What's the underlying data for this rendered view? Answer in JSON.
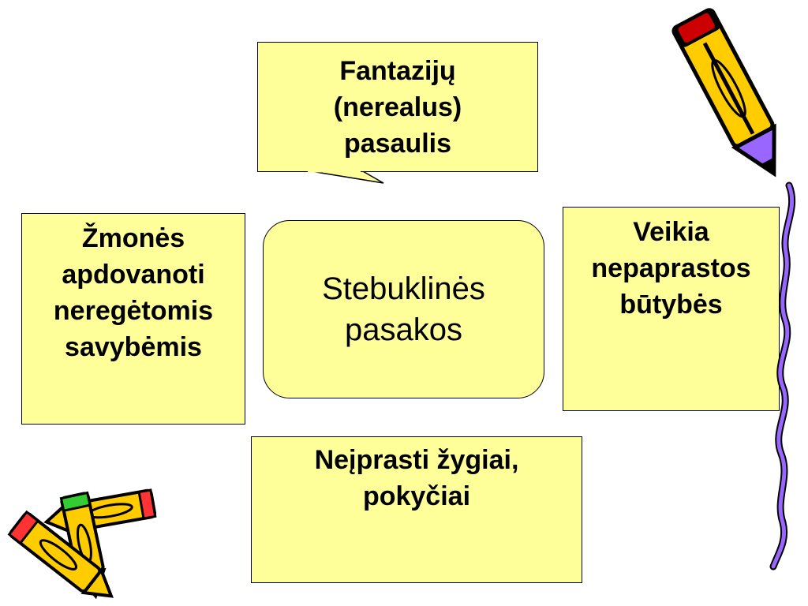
{
  "slide": {
    "center": "Stebuklinės\npasakos",
    "top": "Fantazijų\n(nerealus)\npasaulis",
    "left": "Žmonės\napdovanoti\nneregėtomis\nsavybėmis",
    "right": "Veikia\nnepaprastos\nbūtybės",
    "bottom": "Neįprasti žygiai,\npokyčiai"
  },
  "colors": {
    "box_fill": "#ffff99",
    "pencil_body": "#ffcc00",
    "ribbon": "#9966ff"
  },
  "icons": [
    "pencil-icon",
    "pencil-group-icon",
    "ribbon-decoration"
  ]
}
